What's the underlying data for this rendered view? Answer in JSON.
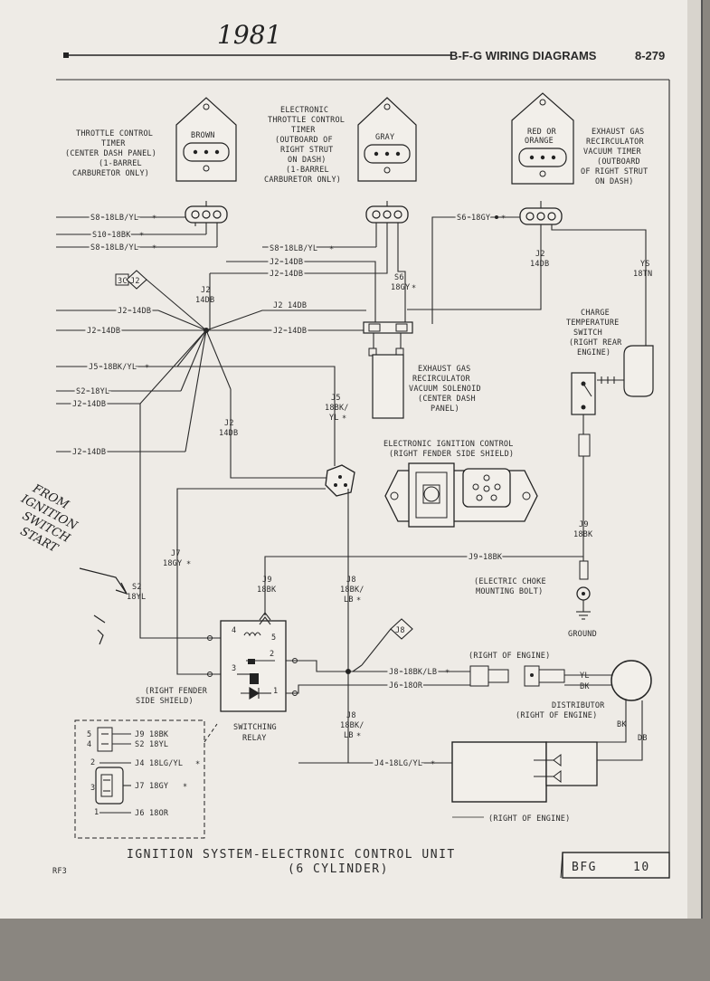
{
  "header": {
    "handwritten_year": "1981",
    "section": "B-F-G WIRING DIAGRAMS",
    "page_number": "8-279"
  },
  "components": {
    "throttle_timer": [
      "THROTTLE CONTROL",
      "TIMER",
      "(CENTER DASH PANEL)",
      "(1-BARREL",
      "CARBURETOR ONLY)"
    ],
    "throttle_timer_color": "BROWN",
    "electronic_throttle_timer": [
      "ELECTRONIC",
      "THROTTLE CONTROL",
      "TIMER",
      "(OUTBOARD OF",
      "RIGHT STRUT",
      "ON DASH)",
      "(1-BARREL",
      "CARBURETOR ONLY)"
    ],
    "electronic_throttle_color": "GRAY",
    "egr_timer": [
      "EXHAUST GAS",
      "RECIRCULATOR",
      "VACUUM TIMER",
      "(OUTBOARD",
      "OF RIGHT STRUT",
      "ON DASH)"
    ],
    "egr_timer_color": [
      "RED OR",
      "ORANGE"
    ],
    "egr_solenoid": [
      "EXHAUST GAS",
      "RECIRCULATOR",
      "VACUUM SOLENOID",
      "(CENTER DASH",
      "PANEL)"
    ],
    "charge_temp_switch": [
      "CHARGE",
      "TEMPERATURE",
      "SWITCH",
      "(RIGHT REAR",
      "ENGINE)"
    ],
    "eic": [
      "ELECTRONIC IGNITION CONTROL",
      "(RIGHT FENDER SIDE SHIELD)"
    ],
    "choke_bolt": [
      "(ELECTRIC CHOKE",
      "MOUNTING BOLT)"
    ],
    "ground": "GROUND",
    "right_of_engine_upper": "(RIGHT OF ENGINE)",
    "distributor": [
      "DISTRIBUTOR",
      "(RIGHT OF ENGINE)"
    ],
    "right_of_engine_lower": "(RIGHT OF ENGINE)",
    "relay_location": [
      "(RIGHT FENDER",
      "SIDE SHIELD)"
    ],
    "switching_relay": [
      "SWITCHING",
      "RELAY"
    ]
  },
  "wires": {
    "s8_a": "S8 18LB/YL",
    "s10": "S10 18BK",
    "s8_b": "S8 18LB/YL",
    "s8_c": "S8 18LB/YL",
    "j2_a": "J2 14DB",
    "j2_b": "J2 14DB",
    "s6_top": "S6 18GY",
    "j2_right_top": [
      "J2",
      "14DB"
    ],
    "ys": [
      "YS",
      "18TN"
    ],
    "j2_center": [
      "J2",
      "14DB"
    ],
    "s6_mid": [
      "S6",
      "18GY"
    ],
    "j2_l1": "J2 14DB",
    "j2_r1": "J2 14DB",
    "j2_l2": "J2 14DB",
    "j2_r2": "J2 14DB",
    "j5_left": "J5 18BK/YL",
    "s2_left": "S2 18YL",
    "j2_l3": "J2 14DB",
    "j2_l4": "J2 14DB",
    "j5_mid": [
      "J5",
      "18BK/",
      "YL"
    ],
    "j2_mid": [
      "J2",
      "14DB"
    ],
    "j9_right": [
      "J9",
      "18BK"
    ],
    "j7": [
      "J7",
      "18GY"
    ],
    "j9_horiz": "J9 18BK",
    "s2_vert": [
      "S2",
      "18YL"
    ],
    "j9_relay": [
      "J9",
      "18BK"
    ],
    "j8_vert_top": [
      "J8",
      "18BK/",
      "LB"
    ],
    "j8_circle": "J8",
    "j8_horiz": "J8 18BK/LB",
    "j6": "J6 18OR",
    "yl": "YL",
    "bk": "BK",
    "j8_vert_bot": [
      "J8",
      "18BK/",
      "LB"
    ],
    "bk_dist": "BK",
    "db_dist": "DB",
    "j4": "J4 18LG/YL",
    "j3c": "3C",
    "j2c": "J2",
    "star": "*"
  },
  "relay_pins": [
    "4",
    "5",
    "2",
    "3",
    "1"
  ],
  "connector_detail": {
    "top_pins": [
      "5",
      "4"
    ],
    "top_wires": [
      "J9 18BK",
      "S2 18YL"
    ],
    "bottom_pins": [
      "2",
      "3",
      "1"
    ],
    "bottom_wires": [
      "J4 18LG/YL",
      "J7 18GY",
      "J6 18OR"
    ]
  },
  "handwritten_note": [
    "FROM",
    "IGNITION",
    "SWITCH",
    "START"
  ],
  "footer": {
    "title_line1": "IGNITION SYSTEM-ELECTRONIC CONTROL UNIT",
    "title_line2": "(6 CYLINDER)",
    "code_left": "RF3",
    "box_code": "BFG",
    "box_number": "10"
  }
}
